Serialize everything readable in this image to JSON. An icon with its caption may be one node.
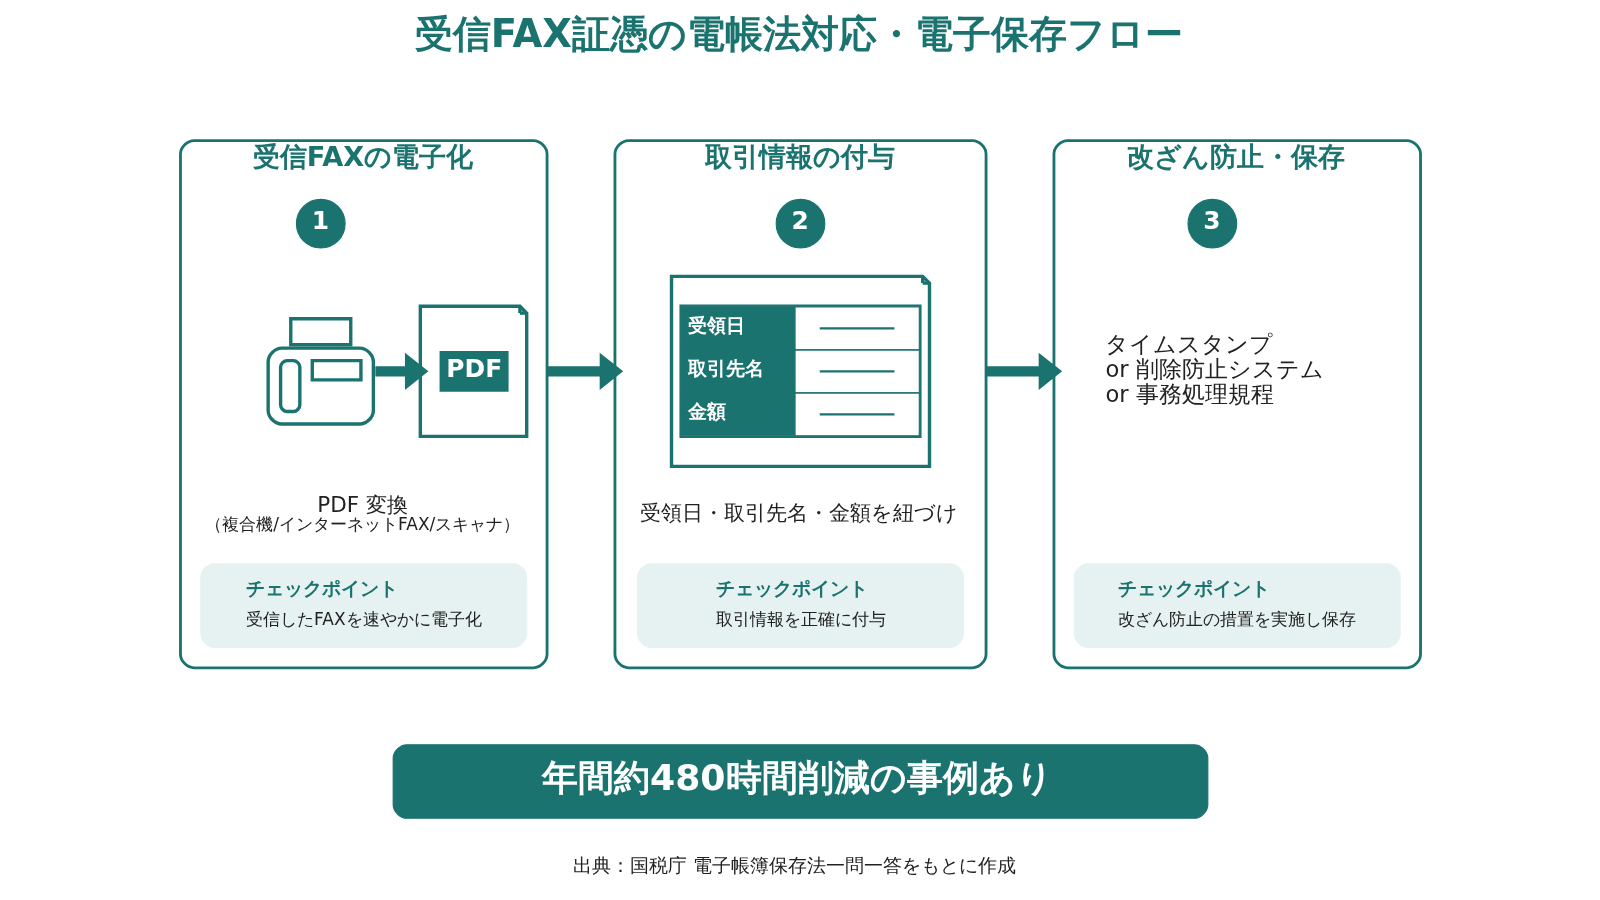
{
  "diagram": {
    "title": "受信FAX証憑の電帳法対応・電子保存フロー",
    "caption": "出典：国税庁 電子帳簿保存法一問一答をもとに作成",
    "nodes": [
      {
        "text": [
          "受信FAXの電子化"
        ]
      },
      {
        "text": [
          "1"
        ],
        "in": 0
      },
      {
        "text": [],
        "shape": "picture",
        "in": 0
      },
      {
        "text": [
          "PDF"
        ],
        "in": 0,
        "beside": [
          "PDF 変換",
          "（複合機/インターネットFAX/スキャナ）"
        ]
      },
      {
        "text": [
          "チェックポイント",
          "受信したFAXを速やかに電子化"
        ],
        "in": 0
      },
      {
        "text": [
          "取引情報の付与"
        ]
      },
      {
        "text": [
          "2"
        ],
        "in": 5
      },
      {
        "text": [
          "受領日",
          "取引先名",
          "金額"
        ],
        "in": 5,
        "beside": [
          "受領日・取引先名・金額を紐づけ"
        ]
      },
      {
        "text": [
          "チェックポイント",
          "取引情報を正確に付与"
        ],
        "in": 5
      },
      {
        "text": [
          "改ざん防止・保存"
        ]
      },
      {
        "text": [
          "3"
        ],
        "in": 9
      },
      {
        "text": [
          "チェックポイント",
          "改ざん防止の措置を実施し保存"
        ],
        "in": 9
      },
      {
        "text": [
          "年間約480時間削減の事例あり"
        ]
      }
    ],
    "edges": [
      {
        "from": 2,
        "to": 3,
        "arrow": "to"
      },
      {
        "from": 0,
        "to": 5,
        "arrow": "to"
      },
      {
        "from": 5,
        "to": 9,
        "arrow": "to"
      }
    ],
    "labels": [
      "タイムスタンプ or 削除防止システム or 事務処理規程"
    ]
  }
}
